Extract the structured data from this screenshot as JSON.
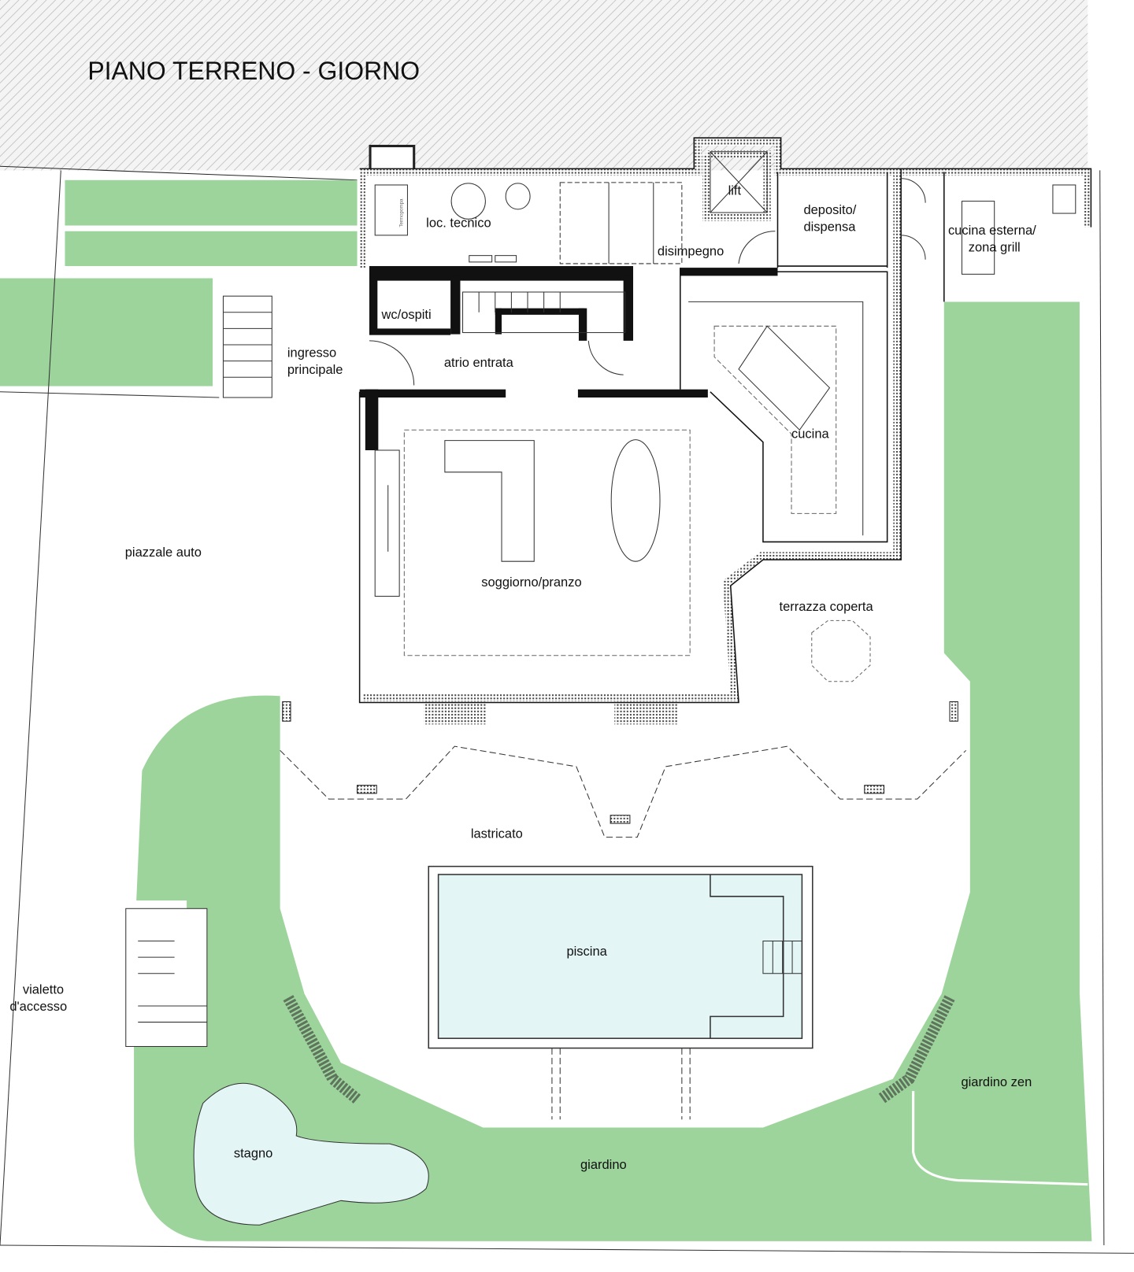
{
  "title": "PIANO TERRENO - GIORNO",
  "colors": {
    "lawn": "#9dd49b",
    "water": "#e3f5f5",
    "wall": "#111111",
    "hatch": "#bbbbbb"
  },
  "rooms": {
    "loc_tecnico": "loc. tecnico",
    "termopompa": "Termopompa",
    "lift": "lift",
    "deposito_1": "deposito/",
    "deposito_2": "dispensa",
    "disimpegno": "disimpegno",
    "cucina_esterna_1": "cucina esterna/",
    "cucina_esterna_2": "zona grill",
    "wc": "wc/ospiti",
    "ingresso_1": "ingresso",
    "ingresso_2": "principale",
    "atrio": "atrio entrata",
    "cucina": "cucina",
    "soggiorno": "soggiorno/pranzo",
    "terrazza": "terrazza coperta",
    "piazzale": "piazzale auto",
    "lastricato": "lastricato",
    "piscina": "piscina",
    "vialetto_1": "vialetto",
    "vialetto_2": "d'accesso",
    "giardino_zen": "giardino zen",
    "stagno": "stagno",
    "giardino": "giardino"
  }
}
